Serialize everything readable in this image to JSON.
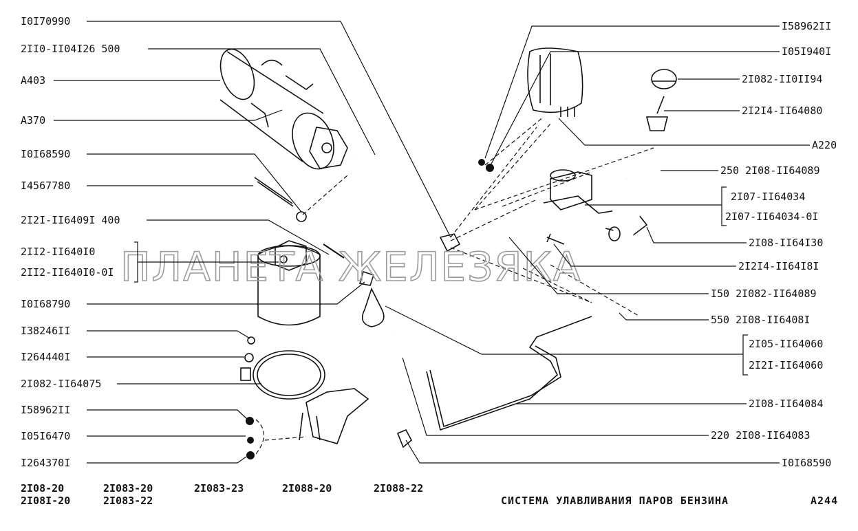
{
  "diagram": {
    "title": "СИСТЕМА УЛАВЛИВАНИЯ ПАРОВ БЕНЗИНА",
    "page_code": "A244",
    "watermark": "ПЛАНЕТА ЖЕЛЕЗЯКА",
    "models": [
      "2I08-20",
      "2I08I-20",
      "2I083-20",
      "2I083-22",
      "2I083-23",
      "2I088-20",
      "2I088-22"
    ],
    "left_labels": [
      "I0I70990",
      "2II0-II04I26 500",
      "A403",
      "A370",
      "I0I68590",
      "I4567780",
      "2I2I-II6409I 400",
      "2II2-II640I0",
      "2II2-II640I0-0I",
      "I0I68790",
      "I38246II",
      "I264440I",
      "2I082-II64075",
      "I58962II",
      "I05I6470",
      "I264370I"
    ],
    "right_labels": [
      "I58962II",
      "I05I940I",
      "2I082-II0II94",
      "2I2I4-II64080",
      "A220",
      "250 2I08-II64089",
      "2I07-II64034",
      "2I07-II64034-0I",
      "2I08-II64I30",
      "2I2I4-II64I8I",
      "I50 2I082-II64089",
      "550 2I08-II6408I",
      "2I05-II64060",
      "2I2I-II64060",
      "2I08-II64084",
      "220 2I08-II64083",
      "I0I68590"
    ],
    "colors": {
      "ink": "#111111",
      "watermark": "#9a9a9a",
      "paper": "#ffffff"
    }
  }
}
